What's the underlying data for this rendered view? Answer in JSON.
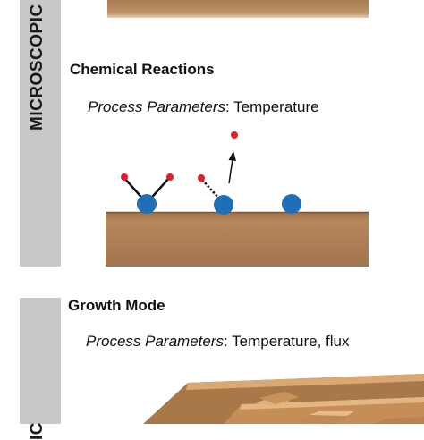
{
  "sections": {
    "microscopic": {
      "side_label": "MICROSCOPIC",
      "title": "Chemical Reactions",
      "params_label": "Process Parameters",
      "params_sep": ": ",
      "params_value": "Temperature"
    },
    "macroscopic": {
      "side_label_partial": "IC",
      "title": "Growth Mode",
      "params_label": "Process Parameters",
      "params_sep": ": ",
      "params_value": "Temperature, flux"
    }
  },
  "colors": {
    "side_bar": "#c7c8ca",
    "substrate": "#a67a52",
    "substrate_edge": "#8a5f3b",
    "adatom": "#1f6fb8",
    "ligand": "#e0202a",
    "bond": "#111111",
    "terrace_light": "#d9a873",
    "terrace_mid": "#c58e57",
    "terrace_dark": "#9b6a3c"
  },
  "icons": [
    "adatom-with-two-ligands",
    "adatom-desorbing-ligand",
    "bare-adatom",
    "upward-arrow"
  ]
}
